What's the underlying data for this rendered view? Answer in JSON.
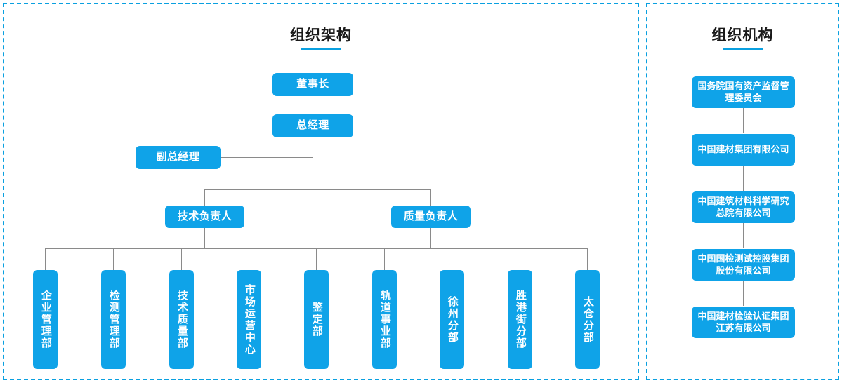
{
  "left_panel": {
    "title": "组织架构",
    "accent_color": "#0fa3e8",
    "line_color": "#8a8a8a",
    "nodes": {
      "chairman": "董事长",
      "general_manager": "总经理",
      "deputy_general_manager": "副总经理",
      "technical_director": "技术负责人",
      "quality_director": "质量负责人"
    },
    "departments": [
      "企业管理部",
      "检测管理部",
      "技术质量部",
      "市场运营中心",
      "鉴定部",
      "轨道事业部",
      "徐州分部",
      "胜港街分部",
      "太仓分部"
    ]
  },
  "right_panel": {
    "title": "组织机构",
    "accent_color": "#0fa3e8",
    "entities": [
      "国务院国有资产监督管理委员会",
      "中国建材集团有限公司",
      "中国建筑材料科学研究总院有限公司",
      "中国国检测试控股集团股份有限公司",
      "中国建材检验认证集团江苏有限公司"
    ]
  }
}
